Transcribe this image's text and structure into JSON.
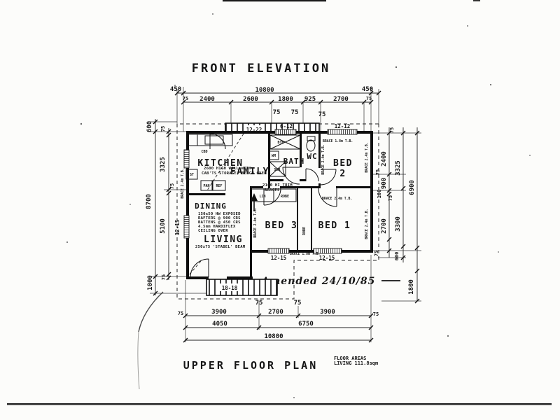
{
  "titles": {
    "front_elevation": "FRONT ELEVATION",
    "upper_floor_plan": "UPPER FLOOR PLAN",
    "floor_areas_label": "FLOOR AREAS",
    "floor_areas_value": "LIVING  111.8sqm",
    "amended_note": "Amended 24/10/85"
  },
  "rooms": {
    "kitchen": "KITCHEN",
    "family": "FAMILY",
    "bath": "BATH",
    "wc": "WC",
    "bed2_line1": "BED",
    "bed2_line2": "2",
    "dining": "DINING",
    "living": "LIVING",
    "bed3": "BED 3",
    "bed1": "BED 1"
  },
  "fixtures": {
    "cupboard": "CBD",
    "stove": "ST",
    "pantry": "PAN",
    "fridge": "REF",
    "bath_tub": "BTH",
    "washing_machine": "WM",
    "shower": "SHR",
    "linen": "LIN",
    "robe_small": "ROBE",
    "robe_vertical": "ROBE"
  },
  "notes": {
    "kitchen_wall_1": "2600 HIGH WALL WITH",
    "kitchen_wall_2": "CAB'TS STORAGE, BENCH OVER",
    "family_brace_1": "2100 HI TRIM",
    "family_brace_2": "BRACES.",
    "living_ceiling_1": "150x50 HW EXPOSED",
    "living_ceiling_2": "RAFTERS @ 900 CRS",
    "living_ceiling_3": "BATTENS @ 450 CRS",
    "living_ceiling_4": "4.5mm HARDIFLEX",
    "living_ceiling_5": "CEILING OVER",
    "beam": "250x75 'STABEL' BEAM"
  },
  "braces": {
    "bed2_top": "BRACE 1.8m T.B.",
    "bed2_left": "BRACE 2.4m T.B.",
    "bed2_right": "BRACE 2.4m T.B.",
    "bed2_bottom": "BRACE 2.4m T.B.",
    "bed1_right": "BRACE 2.4m T.B.",
    "bed3_left": "BRACE 2.4m T.B.",
    "left_wall": "BRACE 2.4m T.B.",
    "under_windows": "BRACE 1.8m T.B."
  },
  "window_codes": {
    "stairs": "12-22",
    "bath_top": "6-12",
    "bed2_top": "12-12",
    "bed3_bottom": "12-15",
    "bed1_bottom": "12-15",
    "left_wall": "12-15",
    "deck": "18-18"
  },
  "dimensions": {
    "top": {
      "eave_left": "450",
      "overall": "10800",
      "eave_right": "450",
      "row2": [
        "75",
        "2400",
        "2600",
        "1800",
        "925",
        "2700",
        "75"
      ],
      "wall_ticks": [
        "75",
        "75",
        "75"
      ]
    },
    "bottom": {
      "row1": [
        "75",
        "3900",
        "75",
        "2700",
        "75",
        "3900",
        "75"
      ],
      "row2": [
        "4050",
        "6750"
      ],
      "overall": "10800"
    },
    "left": {
      "col_outer": [
        "600",
        "8700",
        "1000"
      ],
      "col_inner": [
        "75",
        "3325",
        "75",
        "5100",
        "75"
      ]
    },
    "right": {
      "col_inner": [
        "75",
        "2400",
        "75",
        "900",
        "100",
        "75",
        "2700",
        "75"
      ],
      "col_mid": [
        "3325",
        "3300",
        "600"
      ],
      "col_outer": [
        "6900",
        "1800"
      ]
    }
  }
}
